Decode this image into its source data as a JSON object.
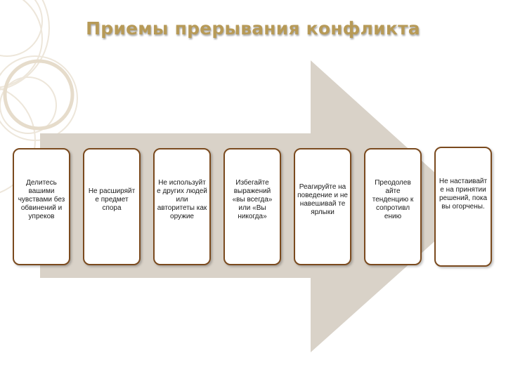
{
  "title": "Приемы прерывания конфликта",
  "colors": {
    "title": "#b79a57",
    "arrow": "#d9d2c8",
    "card_border": "#7a4a1e",
    "decor": "#ede6da"
  },
  "steps": [
    {
      "text": "Делитесь вашими чувствами без обвинений и упреков"
    },
    {
      "text": "Не расширяйт е предмет спора"
    },
    {
      "text": "Не используйт е других людей или авторитеты как оружие"
    },
    {
      "text": "Избегайте выражений «вы всегда» или «Вы никогда»"
    },
    {
      "text": "Реагируйте на поведение и не навешивай те ярлыки"
    },
    {
      "text": "Преодолев айте тенденцию к сопротивл ению"
    },
    {
      "text": "Не настаивайт е на принятии решений, пока вы огорчены."
    }
  ]
}
